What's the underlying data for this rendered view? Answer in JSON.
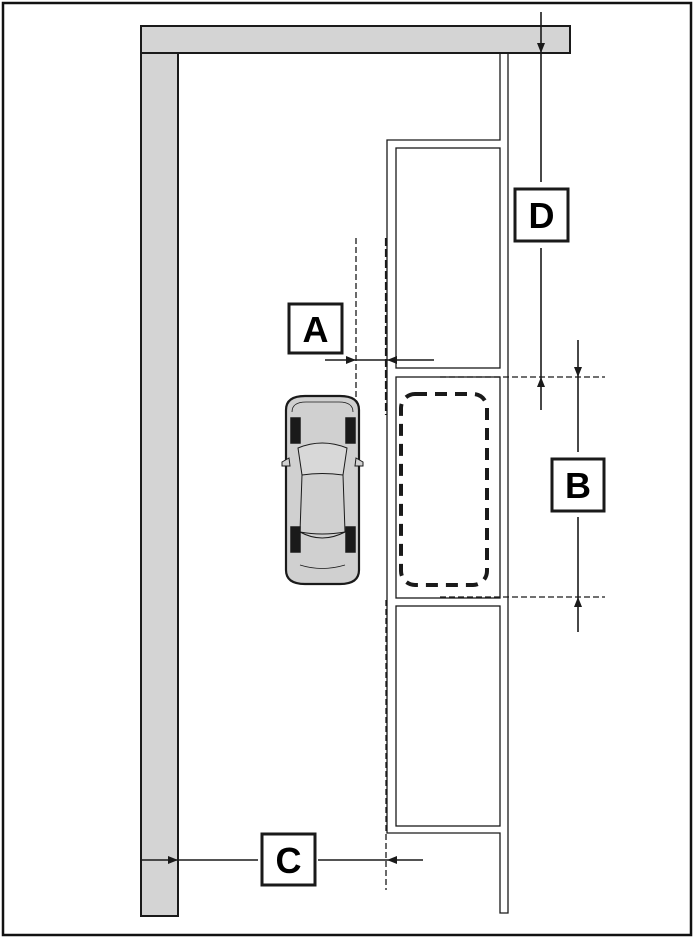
{
  "labels": {
    "a": "A",
    "b": "B",
    "c": "C",
    "d": "D"
  },
  "colors": {
    "wall": "#d4d4d4",
    "car": "#d0d0d0",
    "line": "#1a1a1a"
  }
}
